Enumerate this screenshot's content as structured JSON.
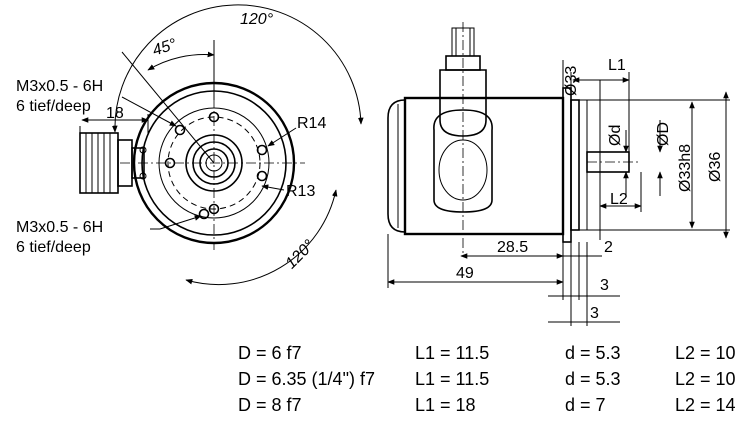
{
  "front_view": {
    "angle_top": "120°",
    "angle_inner": "45°",
    "angle_bottom": "120°",
    "thread_top_1": "M3x0.5 - 6H",
    "thread_top_2": "6 tief/deep",
    "thread_bottom_1": "M3x0.5 - 6H",
    "thread_bottom_2": "6 tief/deep",
    "dim_connector": "18",
    "radius_outer": "R14",
    "radius_inner": "R13"
  },
  "side_view": {
    "dia_33": "Ø33",
    "l1": "L1",
    "d_small": "Ød",
    "d_big": "ØD",
    "dia_33h8": "Ø33h8",
    "dia_36": "Ø36",
    "l2": "L2",
    "dim_28_5": "28.5",
    "dim_49": "49",
    "dim_2": "2",
    "dim_3a": "3",
    "dim_3b": "3"
  },
  "table": {
    "rows": [
      {
        "D": "D = 6 f7",
        "L1": "L1 = 11.5",
        "d": "d = 5.3",
        "L2": "L2 = 10"
      },
      {
        "D": "D = 6.35 (1/4\") f7",
        "L1": "L1 = 11.5",
        "d": "d = 5.3",
        "L2": "L2 = 10"
      },
      {
        "D": "D = 8 f7",
        "L1": "L1 = 18",
        "d": "d = 7",
        "L2": "L2 = 14"
      }
    ]
  }
}
